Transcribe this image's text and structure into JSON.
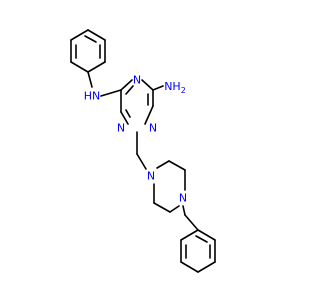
{
  "molecule": {
    "atoms": [
      {
        "id": "nh_link",
        "label": "HN",
        "color": "#0000FF"
      },
      {
        "id": "nh2",
        "label": "NH",
        "color": "#0000FF"
      },
      {
        "id": "nh2_sub",
        "label": "2",
        "color": "#0000FF"
      },
      {
        "id": "tz_n1",
        "label": "N",
        "color": "#0000FF"
      },
      {
        "id": "tz_n3",
        "label": "N",
        "color": "#0000FF"
      },
      {
        "id": "tz_n5",
        "label": "N",
        "color": "#0000FF"
      },
      {
        "id": "pip_n1",
        "label": "N",
        "color": "#0000FF"
      },
      {
        "id": "pip_n4",
        "label": "N",
        "color": "#0000FF"
      }
    ]
  }
}
